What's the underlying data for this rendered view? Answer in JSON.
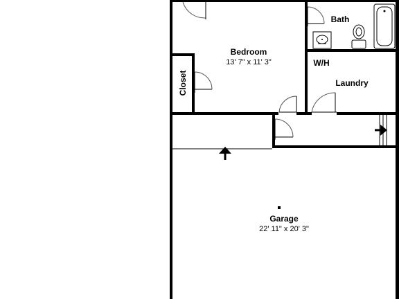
{
  "rooms": {
    "bedroom": {
      "name": "Bedroom",
      "dims": "13' 7\" x 11' 3\""
    },
    "bath": {
      "name": "Bath"
    },
    "closet": {
      "name": "Closet"
    },
    "wh": {
      "name": "W/H"
    },
    "laundry": {
      "name": "Laundry"
    },
    "garage": {
      "name": "Garage",
      "dims": "22' 11\" x 20' 3\""
    }
  },
  "icons": {
    "up_arrow": "arrow-up-icon",
    "right_arrow": "arrow-right-icon",
    "marker": "center-marker-icon"
  }
}
